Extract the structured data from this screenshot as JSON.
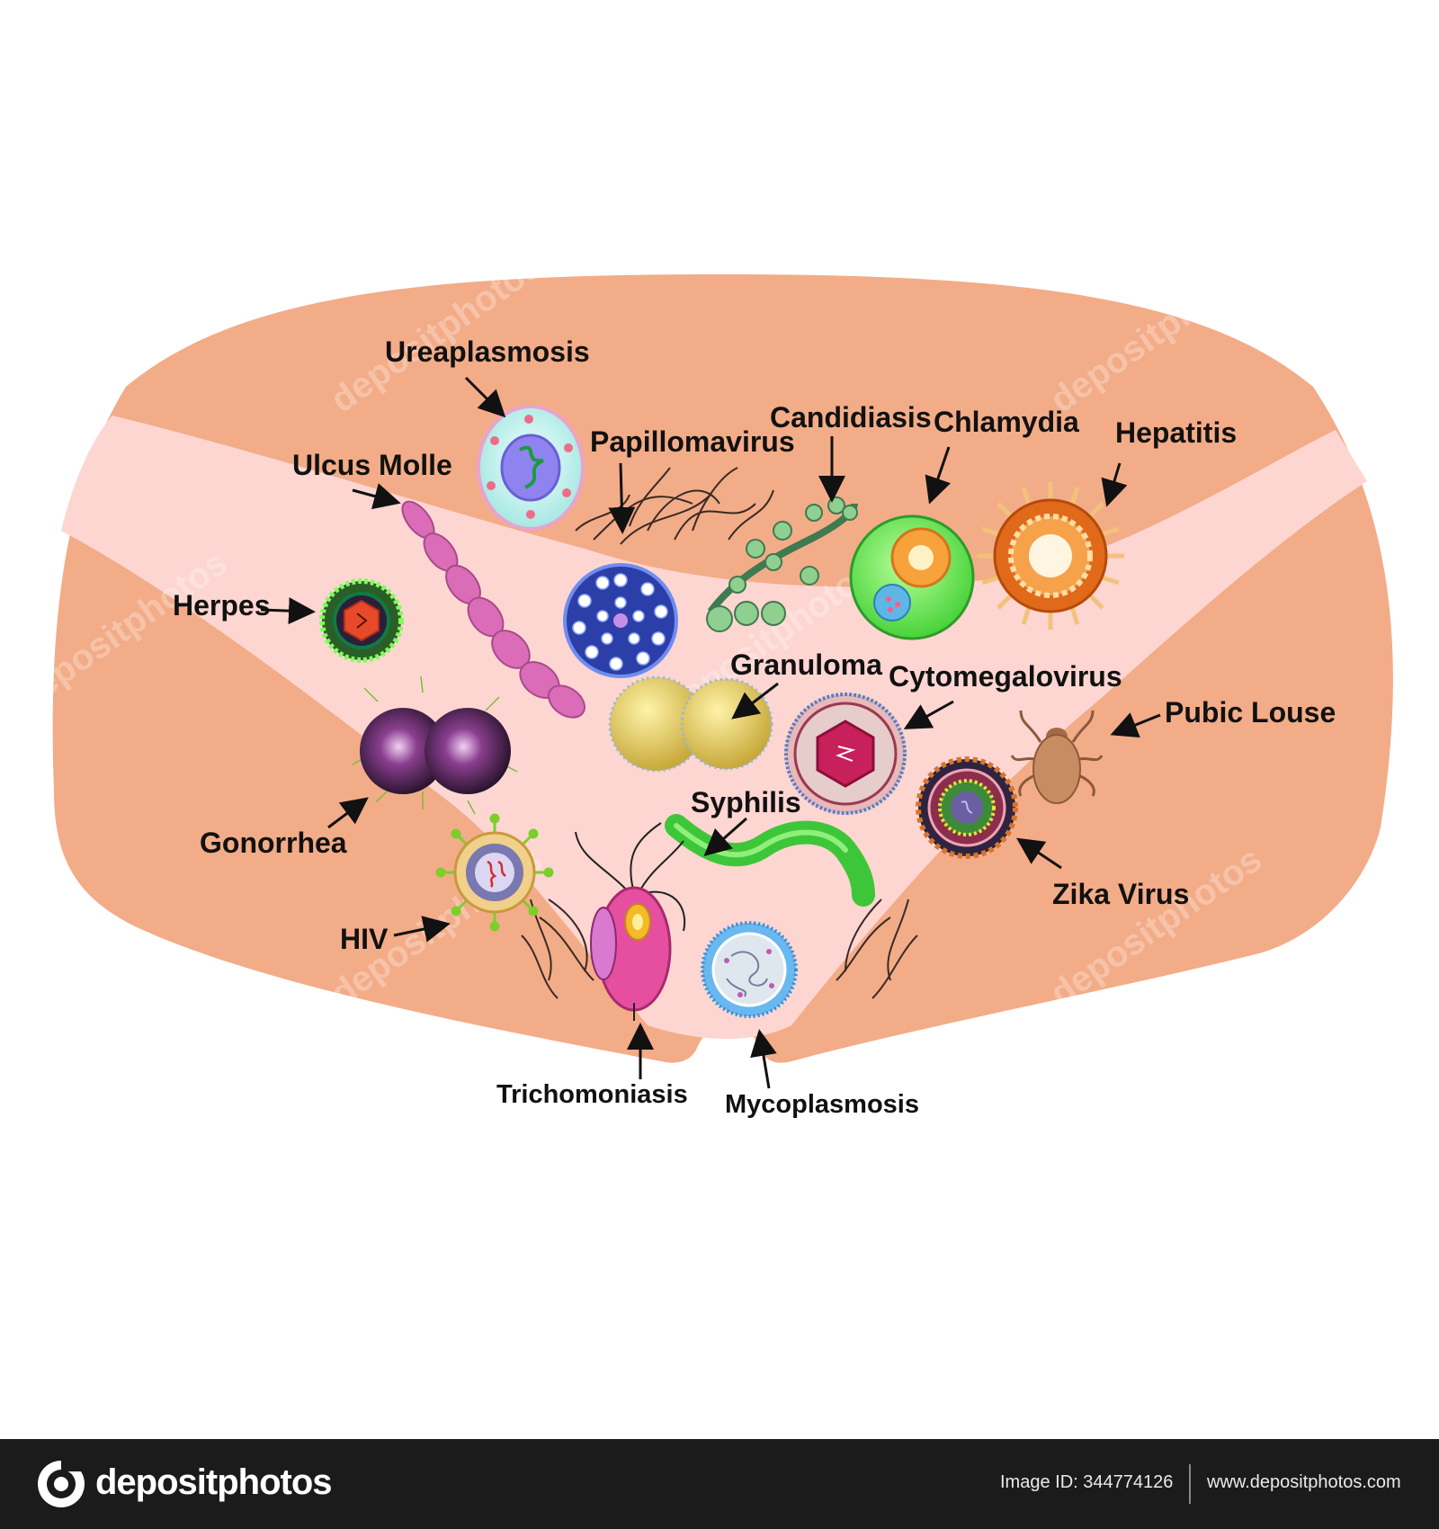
{
  "labels": {
    "ureaplasmosis": "Ureaplasmosis",
    "ulcus_molle": "Ulcus Molle",
    "papillomavirus": "Papillomavirus",
    "candidiasis": "Candidiasis",
    "chlamydia": "Chlamydia",
    "hepatitis": "Hepatitis",
    "herpes": "Herpes",
    "granuloma": "Granuloma",
    "cytomegalovirus": "Cytomegalovirus",
    "pubic_louse": "Pubic Louse",
    "gonorrhea": "Gonorrhea",
    "syphilis": "Syphilis",
    "zika_virus": "Zika Virus",
    "hiv": "HIV",
    "trichomoniasis": "Trichomoniasis",
    "mycoplasmosis": "Mycoplasmosis"
  },
  "watermark": "depositphotos",
  "footer": {
    "brand": "depositphotos",
    "image_id": "Image ID: 344774126",
    "url": "www.depositphotos.com"
  },
  "colors": {
    "skin": "#f3ac88",
    "underwear": "#fdd6d2",
    "footer_bg": "#1b1b1b"
  }
}
